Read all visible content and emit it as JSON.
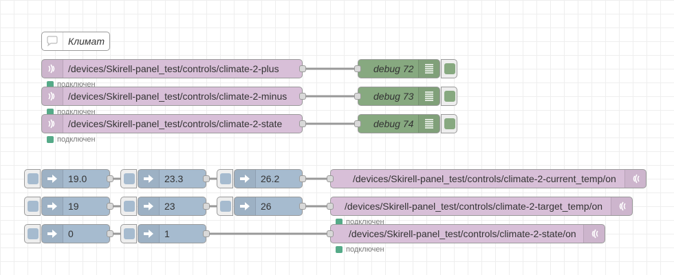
{
  "comment": {
    "label": "Климат",
    "icon": "comment-icon"
  },
  "mqtt_in": [
    {
      "topic": "/devices/Skirell-panel_test/controls/climate-2-plus",
      "status": "подключен"
    },
    {
      "topic": "/devices/Skirell-panel_test/controls/climate-2-minus",
      "status": "подключен"
    },
    {
      "topic": "/devices/Skirell-panel_test/controls/climate-2-state",
      "status": "подключен"
    }
  ],
  "debug": [
    {
      "label": "debug 72"
    },
    {
      "label": "debug 73"
    },
    {
      "label": "debug 74"
    }
  ],
  "inject_rows": [
    {
      "values": [
        "19.0",
        "23.3",
        "26.2"
      ],
      "out_topic": "/devices/Skirell-panel_test/controls/climate-2-current_temp/on"
    },
    {
      "values": [
        "19",
        "23",
        "26"
      ],
      "out_topic": "/devices/Skirell-panel_test/controls/climate-2-target_temp/on",
      "status": "подключен"
    },
    {
      "values": [
        "0",
        "1"
      ],
      "out_topic": "/devices/Skirell-panel_test/controls/climate-2-state/on",
      "status": "подключен"
    }
  ],
  "colors": {
    "mqtt_node": "#d8bfd8",
    "inject_node": "#a6bbcf",
    "debug_node": "#87a980",
    "wire": "#999999",
    "status_connected": "#55aa88"
  },
  "icons": {
    "mqtt": "bridge-icon",
    "inject": "arrow-in-icon",
    "debug": "debug-list-icon"
  }
}
